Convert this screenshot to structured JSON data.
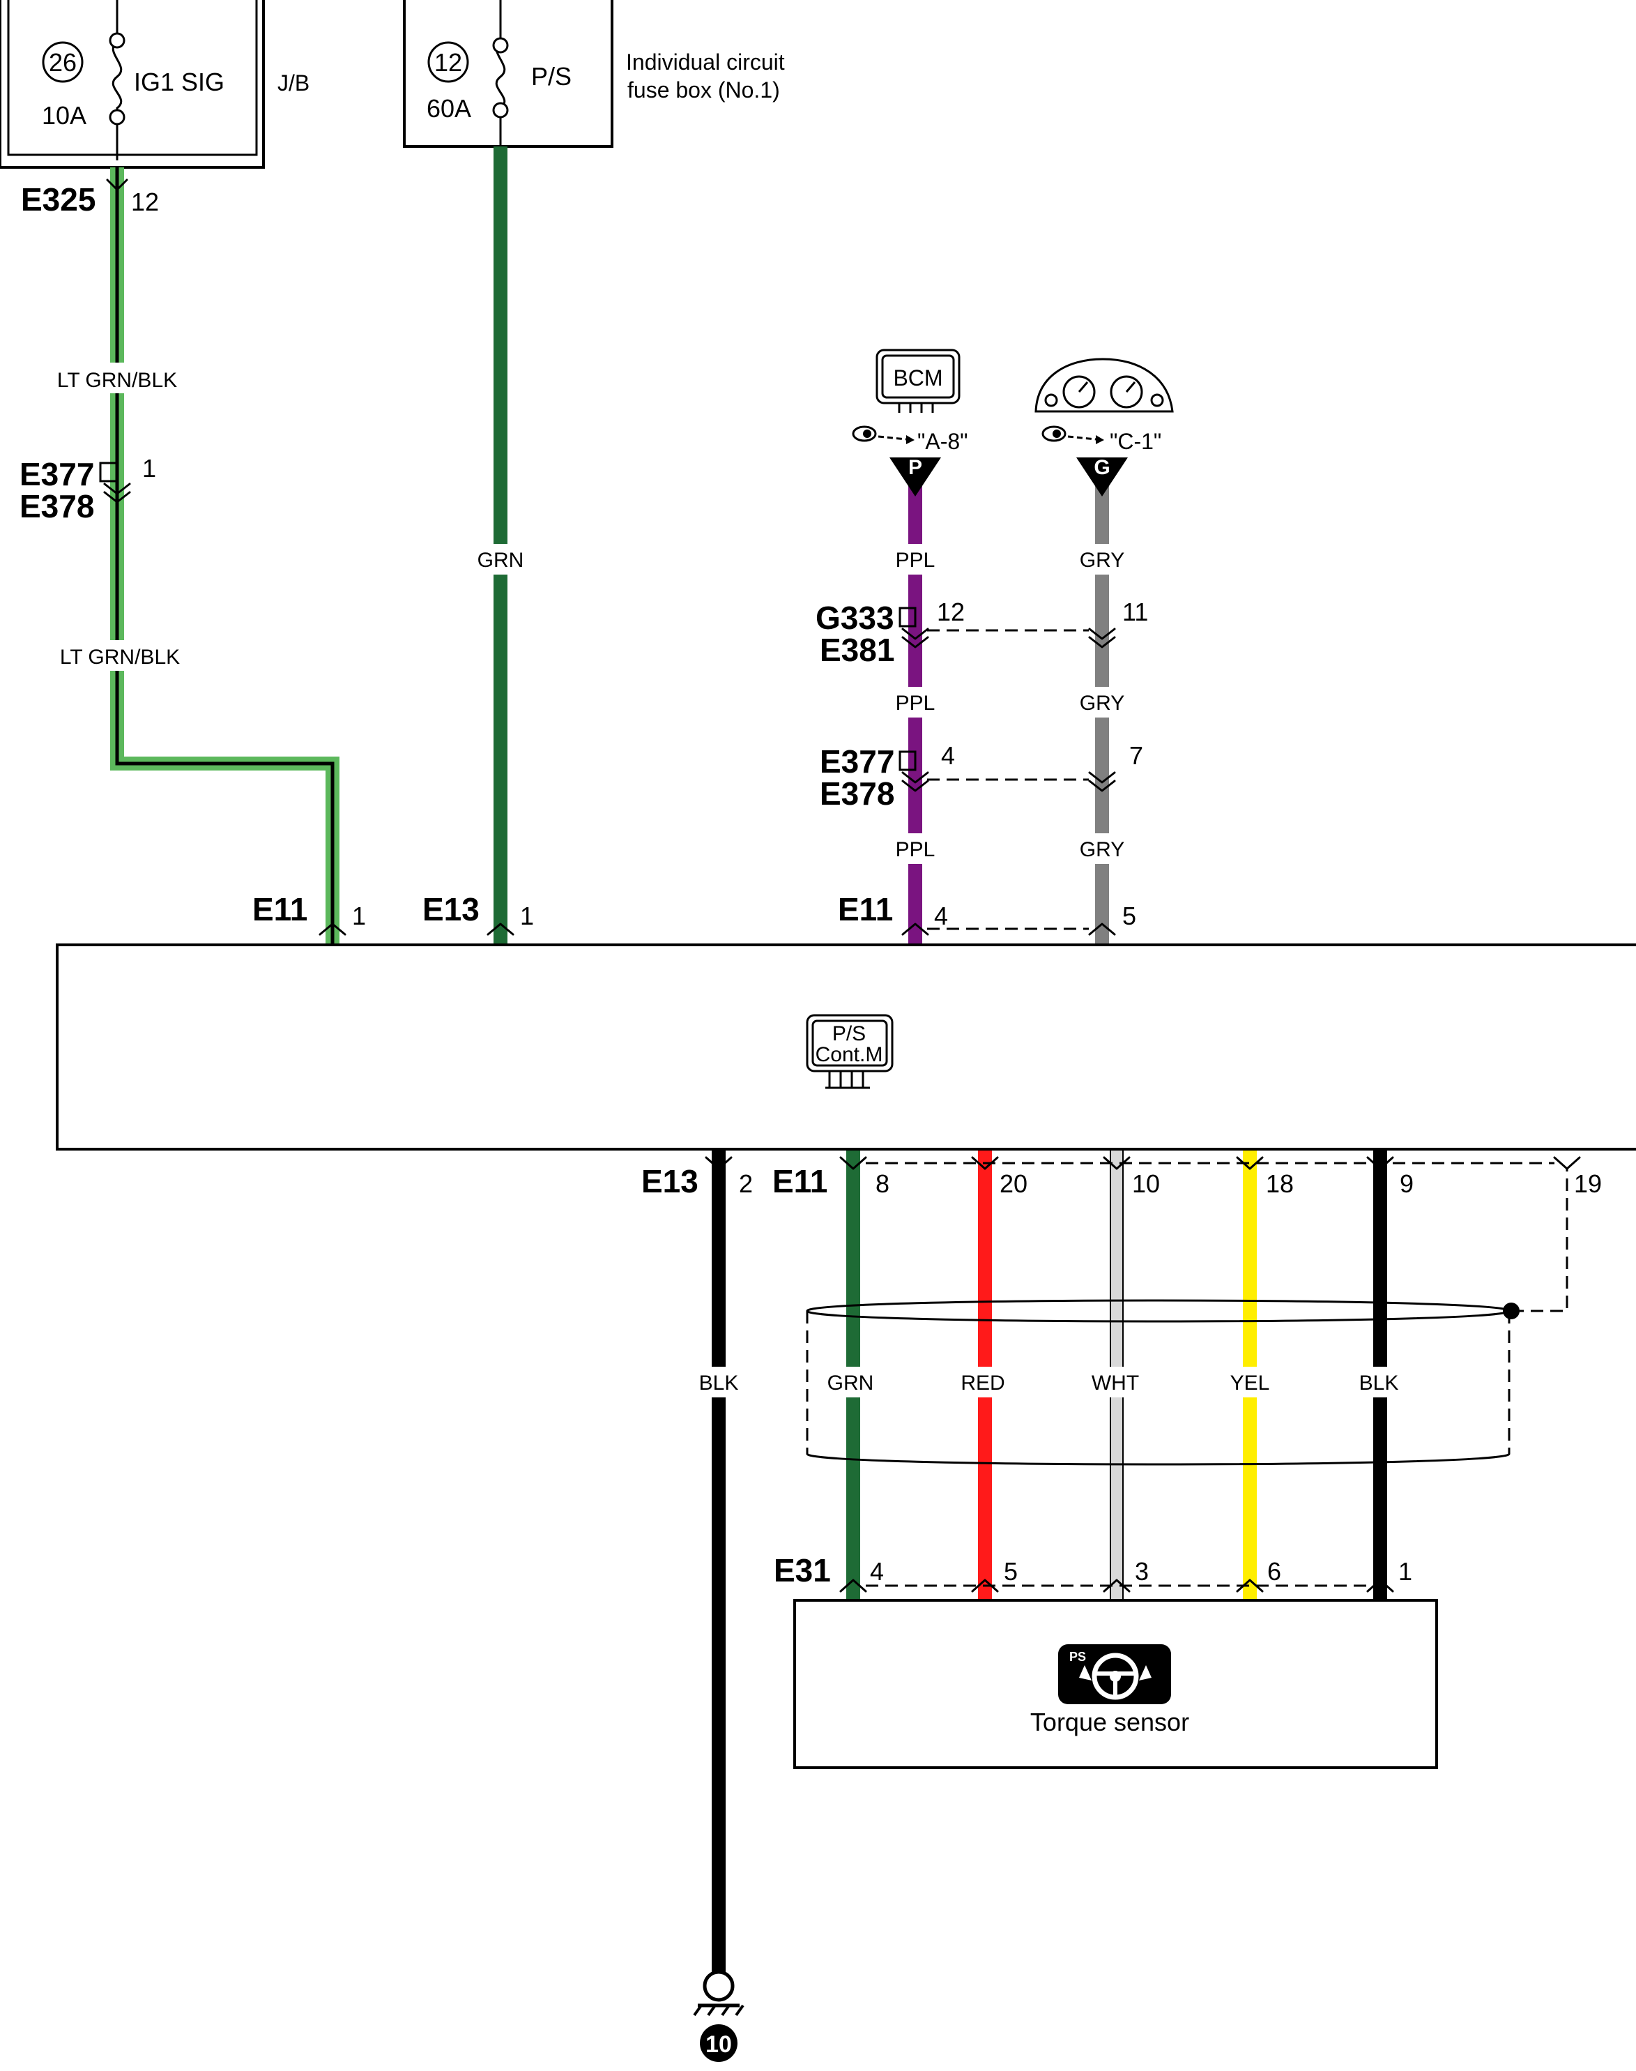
{
  "fuses": {
    "f26": {
      "number": "26",
      "rating": "10A",
      "name": "IG1 SIG",
      "box": "J/B"
    },
    "f12": {
      "number": "12",
      "rating": "60A",
      "name": "P/S",
      "box": "Individual circuit fuse box (No.1)"
    }
  },
  "top_connectors": {
    "e325": {
      "id": "E325",
      "pin": "12"
    },
    "e377_e378_left": {
      "id_a": "E377",
      "id_b": "E378",
      "pin": "1"
    },
    "g333_e381": {
      "id_a": "G333",
      "id_b": "E381",
      "pin_ppl": "12",
      "pin_gry": "11"
    },
    "e377_e378_right": {
      "id_a": "E377",
      "id_b": "E378",
      "pin_ppl": "4",
      "pin_gry": "7"
    }
  },
  "wire_labels": {
    "ltgrnblk": "LT GRN/BLK",
    "grn": "GRN",
    "ppl": "PPL",
    "gry": "GRY",
    "blk": "BLK",
    "red": "RED",
    "wht": "WHT",
    "yel": "YEL"
  },
  "references": {
    "bcm": {
      "label": "BCM",
      "ref": "\"A-8\"",
      "tag": "P"
    },
    "meter": {
      "ref": "\"C-1\"",
      "tag": "G"
    }
  },
  "ps_module": {
    "label_line1": "P/S",
    "label_line2": "Cont.M",
    "top_pins": [
      {
        "conn": "E11",
        "pin": "1"
      },
      {
        "conn": "E13",
        "pin": "1"
      },
      {
        "conn": "E11",
        "pin": "4"
      },
      {
        "conn": "",
        "pin": "5"
      }
    ],
    "bottom_pins": [
      {
        "conn": "E13",
        "pin": "2"
      },
      {
        "conn": "E11",
        "pin": "8"
      },
      {
        "conn": "",
        "pin": "20"
      },
      {
        "conn": "",
        "pin": "10"
      },
      {
        "conn": "",
        "pin": "18"
      },
      {
        "conn": "",
        "pin": "9"
      },
      {
        "conn": "",
        "pin": "19"
      }
    ]
  },
  "torque_sensor": {
    "label": "Torque sensor",
    "badge": "PS",
    "connector": "E31",
    "pins": [
      "4",
      "5",
      "3",
      "6",
      "1"
    ]
  },
  "ground": {
    "number": "10"
  },
  "colors": {
    "ltgrn": "#5cb85c",
    "grn": "#1e6b35",
    "ppl": "#7a1480",
    "gry": "#808080",
    "red": "#ff1a1a",
    "wht": "#d9d9d9",
    "yel": "#ffee00",
    "blk": "#000000"
  }
}
